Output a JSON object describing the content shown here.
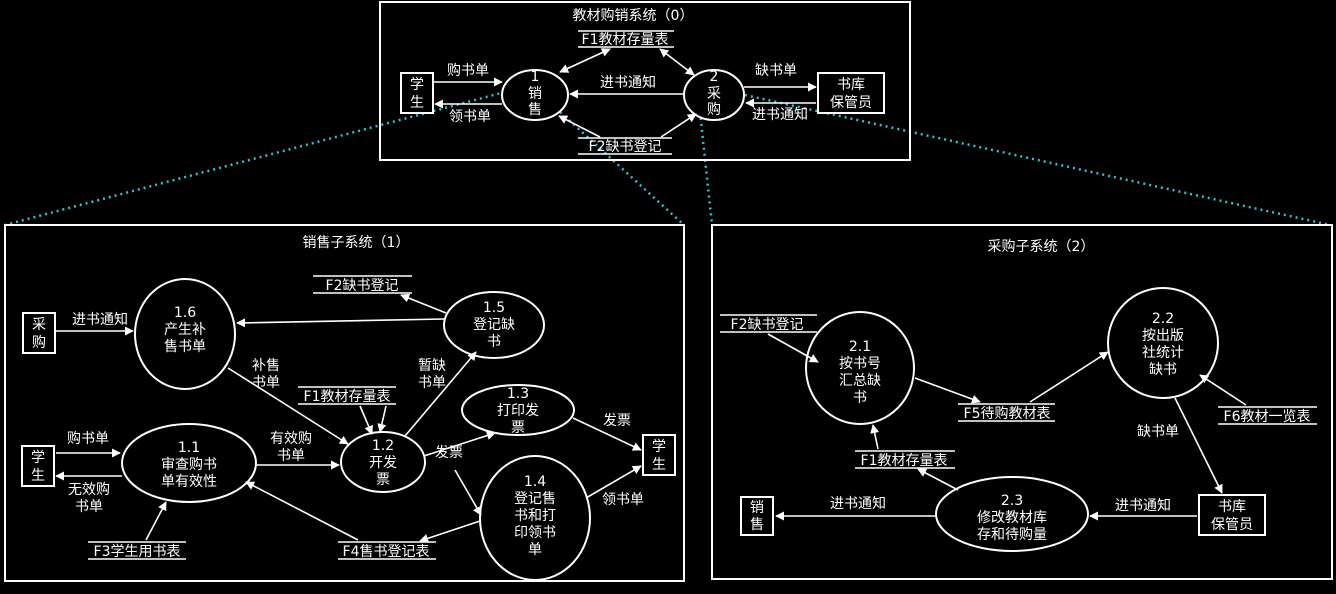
{
  "colors": {
    "background": "#000000",
    "line": "#ffffff",
    "zoom_link": "#2ec4d6"
  },
  "top": {
    "title": "教材购销系统（0）",
    "student": [
      "学",
      "生"
    ],
    "p1": [
      "1",
      "销",
      "售"
    ],
    "p2": [
      "2",
      "采",
      "购"
    ],
    "keeper": [
      "书库",
      "保管员"
    ],
    "f1": "F1教材存量表",
    "f2": "F2缺书登记",
    "buy_order": "购书单",
    "pickup_order": "领书单",
    "arrival_notice": "进书通知",
    "shortage": "缺书单",
    "arrival_notice2": "进书通知"
  },
  "sales": {
    "title": "销售子系统（1）",
    "purchase_box": [
      "采",
      "购"
    ],
    "student_left": [
      "学",
      "生"
    ],
    "student_right": [
      "学",
      "生"
    ],
    "p16": [
      "1.6",
      "产生补",
      "售书单"
    ],
    "p15": [
      "1.5",
      "登记缺",
      "书"
    ],
    "p11": [
      "1.1",
      "审查购书",
      "单有效性"
    ],
    "p12": [
      "1.2",
      "开发",
      "票"
    ],
    "p13": [
      "1.3",
      "打印发",
      "票"
    ],
    "p14": [
      "1.4",
      "登记售",
      "书和打",
      "印领书",
      "单"
    ],
    "f2": "F2缺书登记",
    "f1": "F1教材存量表",
    "f3": "F3学生用书表",
    "f4": "F4售书登记表",
    "arrival_notice": "进书通知",
    "resell_order": [
      "补售",
      "书单"
    ],
    "temp_shortage": [
      "暂缺",
      "书单"
    ],
    "buy_order": "购书单",
    "invalid_order": [
      "无效购",
      "书单"
    ],
    "valid_order": [
      "有效购",
      "书单"
    ],
    "invoice_mid": "发票",
    "invoice_right": "发票",
    "pickup_order": "领书单"
  },
  "purchase": {
    "title": "采购子系统（2）",
    "p21": [
      "2.1",
      "按书号",
      "汇总缺",
      "书"
    ],
    "p22": [
      "2.2",
      "按出版",
      "社统计",
      "缺书"
    ],
    "p23": [
      "2.3",
      "修改教材库",
      "存和待购量"
    ],
    "f2": "F2缺书登记",
    "f5": "F5待购教材表",
    "f6": "F6教材一览表",
    "f1": "F1教材存量表",
    "sales_box": [
      "销",
      "售"
    ],
    "keeper": [
      "书库",
      "保管员"
    ],
    "shortage": "缺书单",
    "arrival_notice_left": "进书通知",
    "arrival_notice_right": "进书通知"
  }
}
